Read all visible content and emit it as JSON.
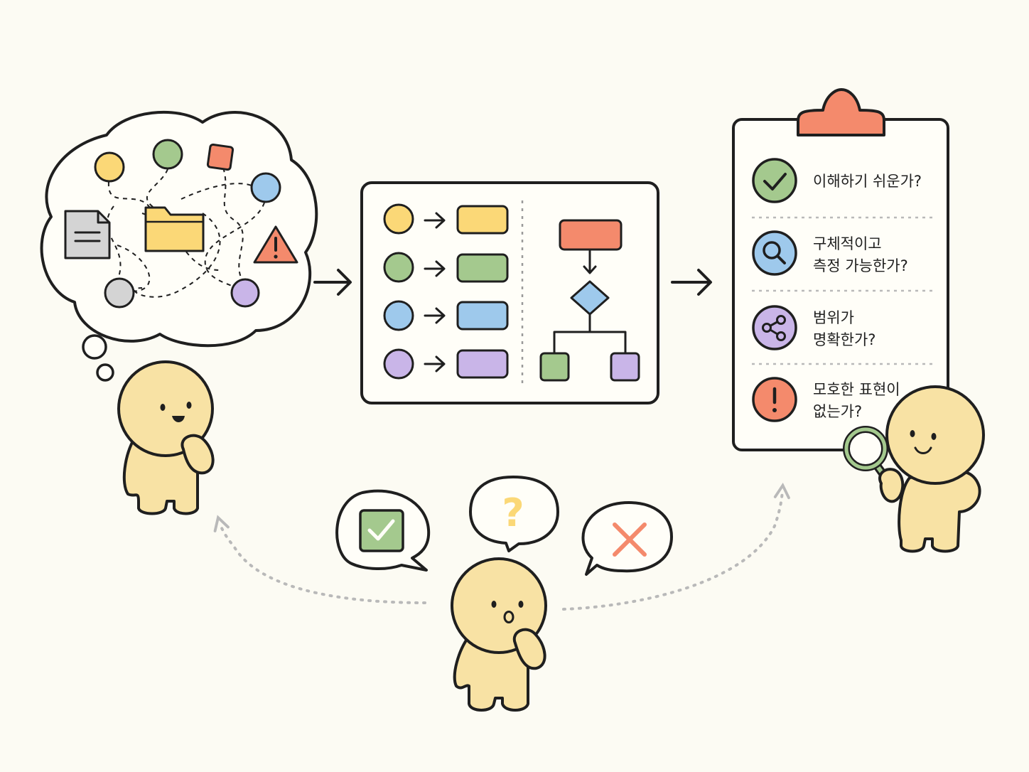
{
  "colors": {
    "background": "#fcfbf3",
    "outline": "#1f1f1f",
    "character": "#f8e2a4",
    "yellow": "#fbd877",
    "green": "#a4c98e",
    "blue": "#9ec9ec",
    "purple": "#c9b5e8",
    "red": "#f48a6c",
    "gray": "#d4d4d4",
    "clip": "#f48a6c",
    "dotted_arrow": "#b9b9b9"
  },
  "thought_cloud": {
    "icons": [
      "document-icon",
      "folder-icon",
      "warning-icon"
    ]
  },
  "checklist": {
    "items": [
      {
        "icon": "check-icon",
        "color": "#a4c98e",
        "lines": [
          "이해하기 쉬운가?"
        ]
      },
      {
        "icon": "search-icon",
        "color": "#9ec9ec",
        "lines": [
          "구체적이고",
          "측정 가능한가?"
        ]
      },
      {
        "icon": "share-icon",
        "color": "#c9b5e8",
        "lines": [
          "범위가",
          "명확한가?"
        ]
      },
      {
        "icon": "exclamation-icon",
        "color": "#f48a6c",
        "lines": [
          "모호한 표현이",
          "없는가?"
        ]
      }
    ]
  },
  "speech_bubbles": [
    {
      "icon": "checkbox-icon"
    },
    {
      "icon": "question-icon",
      "text": "?"
    },
    {
      "icon": "cross-icon"
    }
  ]
}
